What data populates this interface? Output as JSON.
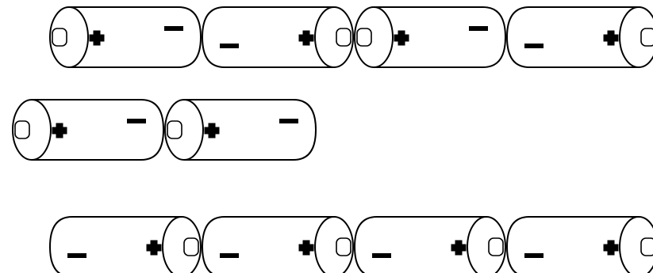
{
  "colors": {
    "outline": "#000000",
    "background": "#ffffff",
    "mark": "#000000"
  },
  "rows": [
    {
      "name": "top-row",
      "batteries": [
        {
          "positive_end": "left"
        },
        {
          "positive_end": "right"
        },
        {
          "positive_end": "left"
        },
        {
          "positive_end": "right"
        }
      ]
    },
    {
      "name": "middle-row",
      "batteries": [
        {
          "positive_end": "left"
        },
        {
          "positive_end": "left"
        }
      ]
    },
    {
      "name": "bottom-row",
      "batteries": [
        {
          "positive_end": "right"
        },
        {
          "positive_end": "right"
        },
        {
          "positive_end": "right"
        },
        {
          "positive_end": "right"
        }
      ]
    }
  ]
}
